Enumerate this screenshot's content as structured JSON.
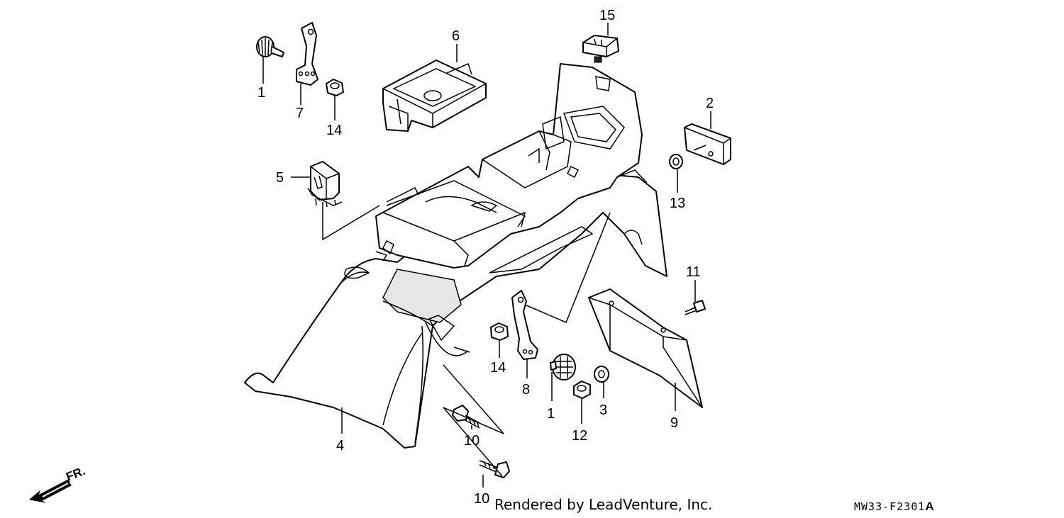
{
  "watermark": "Rendered by LeadVenture, Inc.",
  "diagram_code": "MW33-F2301",
  "diagram_code_suffix": "A",
  "front_indicator": "FR.",
  "callouts": [
    {
      "id": "c1a",
      "label": "1"
    },
    {
      "id": "c7",
      "label": "7"
    },
    {
      "id": "c14a",
      "label": "14"
    },
    {
      "id": "c6",
      "label": "6"
    },
    {
      "id": "c15",
      "label": "15"
    },
    {
      "id": "c2",
      "label": "2"
    },
    {
      "id": "c13",
      "label": "13"
    },
    {
      "id": "c5",
      "label": "5"
    },
    {
      "id": "c11",
      "label": "11"
    },
    {
      "id": "c14b",
      "label": "14"
    },
    {
      "id": "c8",
      "label": "8"
    },
    {
      "id": "c1b",
      "label": "1"
    },
    {
      "id": "c3",
      "label": "3"
    },
    {
      "id": "c12",
      "label": "12"
    },
    {
      "id": "c9",
      "label": "9"
    },
    {
      "id": "c4",
      "label": "4"
    },
    {
      "id": "c10a",
      "label": "10"
    },
    {
      "id": "c10b",
      "label": "10"
    }
  ]
}
